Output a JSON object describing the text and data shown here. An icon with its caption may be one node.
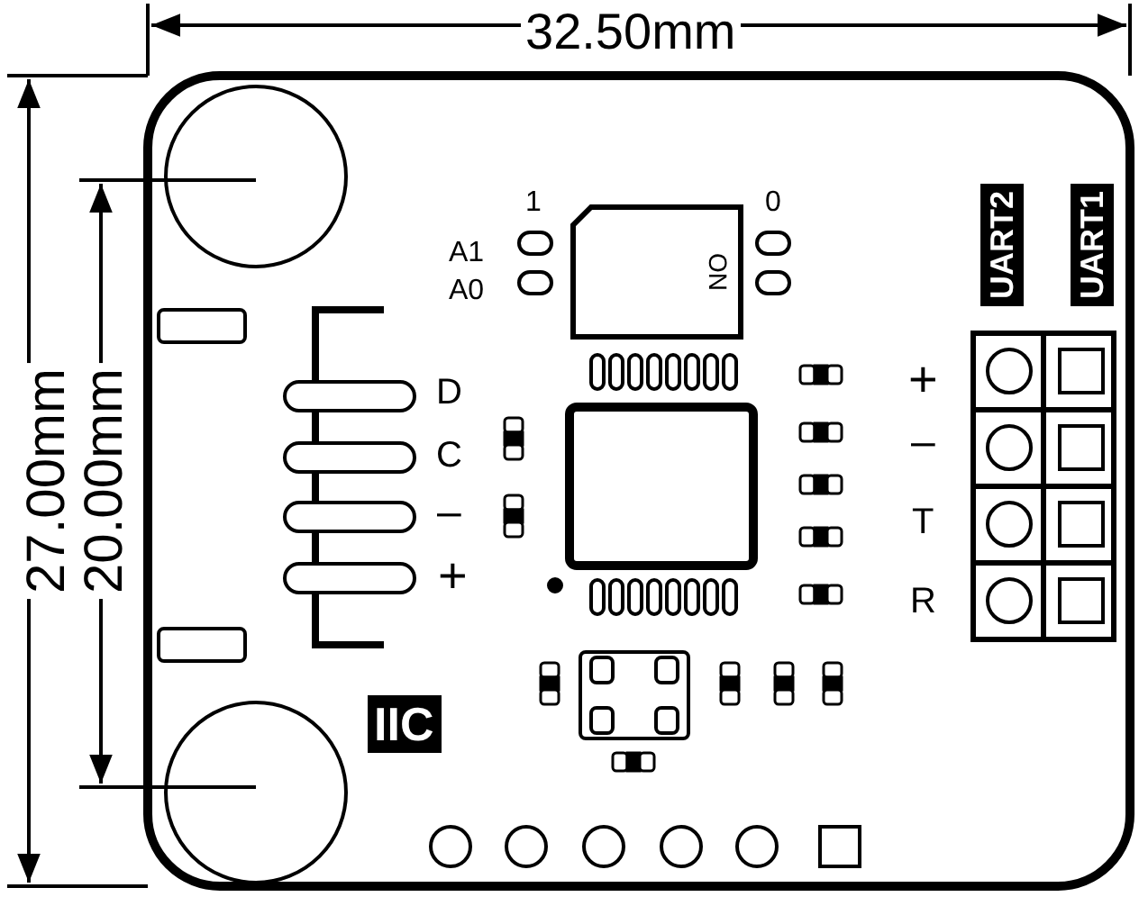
{
  "diagram": {
    "labels": [
      "32.50mm",
      "27.00mm",
      "20.00mm",
      "1",
      "0",
      "A1",
      "A0",
      "ON",
      "D",
      "C",
      "–",
      "+",
      "IIC",
      "UART2",
      "UART1",
      "+",
      "–",
      "T",
      "R"
    ]
  }
}
